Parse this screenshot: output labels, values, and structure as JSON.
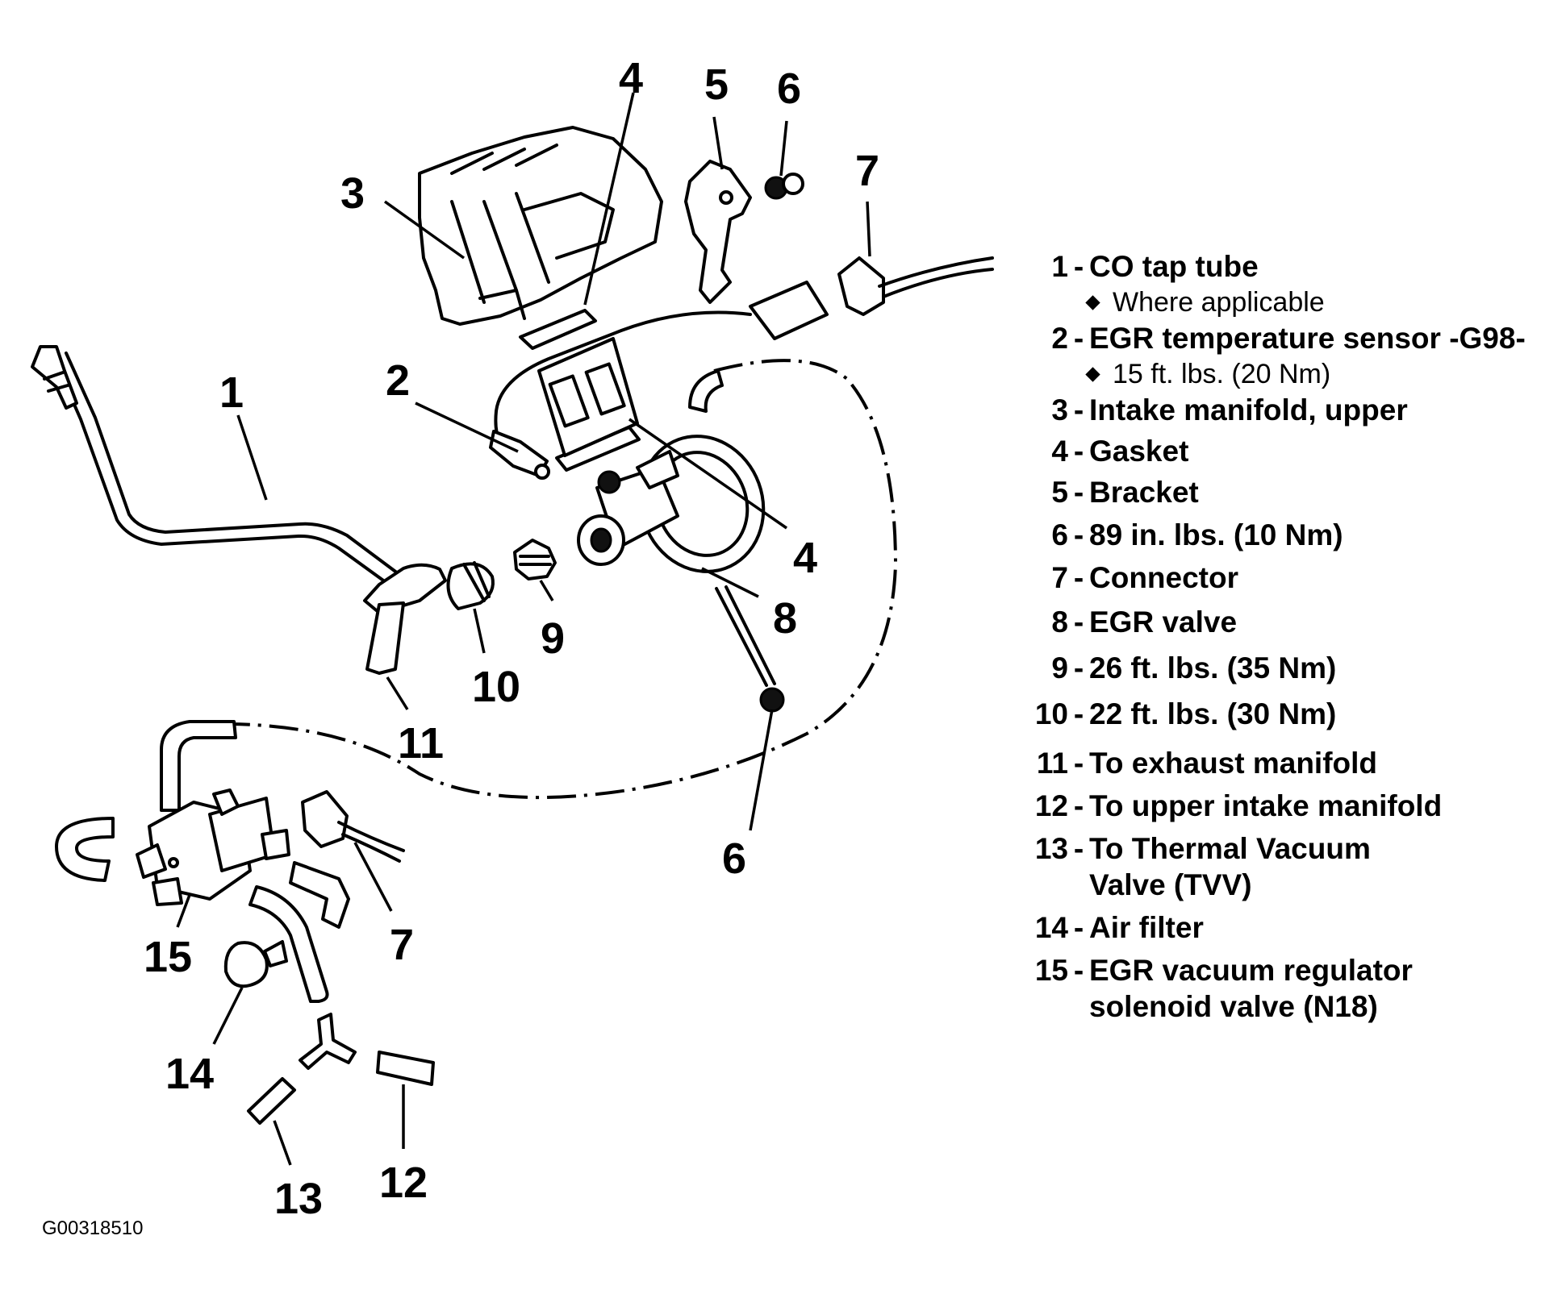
{
  "callouts": {
    "c1": "1",
    "c2": "2",
    "c3": "3",
    "c4a": "4",
    "c4b": "4",
    "c5": "5",
    "c6a": "6",
    "c6b": "6",
    "c7a": "7",
    "c7b": "7",
    "c8": "8",
    "c9": "9",
    "c10": "10",
    "c11": "11",
    "c12": "12",
    "c13": "13",
    "c14": "14",
    "c15": "15"
  },
  "legend": [
    {
      "num": "1",
      "text": "CO tap tube",
      "note": "Where applicable"
    },
    {
      "num": "2",
      "text": "EGR temperature sensor -G98-",
      "note": "15 ft. lbs. (20 Nm)"
    },
    {
      "num": "3",
      "text": "Intake manifold, upper"
    },
    {
      "num": "4",
      "text": "Gasket"
    },
    {
      "num": "5",
      "text": "Bracket"
    },
    {
      "num": "6",
      "text": "89 in. lbs. (10 Nm)"
    },
    {
      "num": "7",
      "text": "Connector"
    },
    {
      "num": "8",
      "text": "EGR valve"
    },
    {
      "num": "9",
      "text": "26 ft. lbs. (35 Nm)"
    },
    {
      "num": "10",
      "text": "22 ft. lbs. (30 Nm)"
    },
    {
      "num": "11",
      "text": "To exhaust manifold"
    },
    {
      "num": "12",
      "text": "To upper intake manifold"
    },
    {
      "num": "13",
      "text": "To Thermal Vacuum\nValve (TVV)"
    },
    {
      "num": "14",
      "text": "Air filter"
    },
    {
      "num": "15",
      "text": "EGR vacuum regulator\nsolenoid valve  (N18)"
    }
  ],
  "figure_code": "G00318510"
}
